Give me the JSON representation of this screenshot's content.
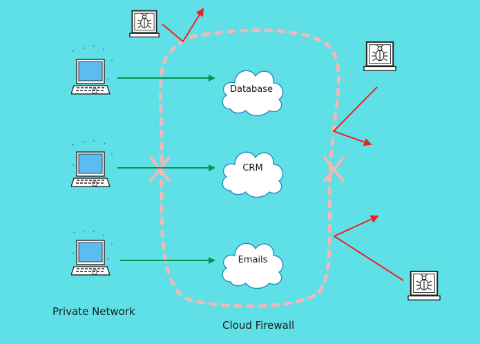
{
  "labels": {
    "private_network": "Private Network",
    "cloud_firewall": "Cloud Firewall"
  },
  "clouds": [
    {
      "label": "Database"
    },
    {
      "label": "CRM"
    },
    {
      "label": "Emails"
    }
  ],
  "colors": {
    "background": "#5ee0e6",
    "firewall_dash": "#f2b8b8",
    "allowed_arrow": "#0b8f4f",
    "blocked_arrow": "#ee2222",
    "laptop_screen": "#5bbcf0",
    "cloud_fill": "#ffffff",
    "cloud_stroke": "#2a8fc9"
  },
  "icons": {
    "laptop": "laptop-icon",
    "malware": "bug-icon",
    "cloud": "cloud-icon",
    "block": "x-mark-icon"
  }
}
